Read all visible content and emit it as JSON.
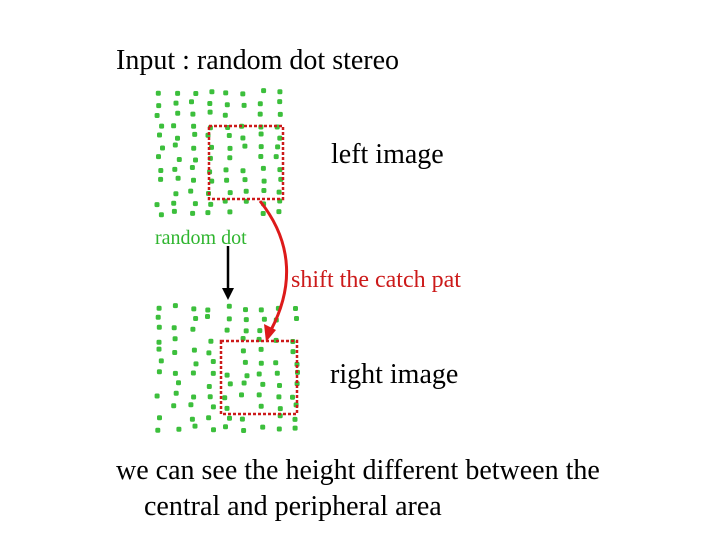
{
  "slide": {
    "title": "Input : random dot stereo",
    "left_image_label": "left image",
    "right_image_label": "right image",
    "random_dot_label": "random dot",
    "shift_label": "shift the catch pat",
    "conclusion_line1": "we can see the height different between the",
    "conclusion_line2": "central and peripheral area"
  },
  "colors": {
    "dot": "#3cbf3c",
    "catch_box": "#cc1a1a",
    "shift_arrow": "#dd1a1a",
    "down_arrow": "#000000",
    "random_dot_text": "#2fb52f",
    "shift_text": "#cc1a1a"
  }
}
